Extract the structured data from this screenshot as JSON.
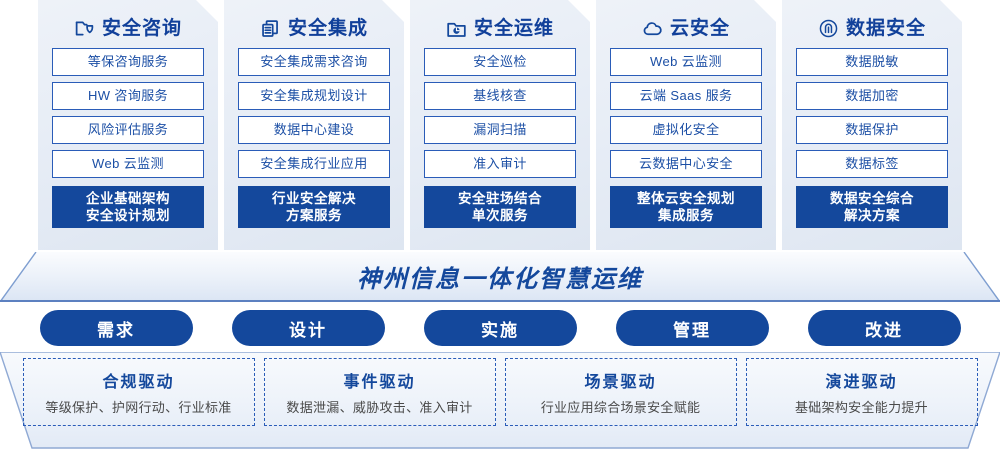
{
  "columns": [
    {
      "icon": "shield-folder-icon",
      "title": "安全咨询",
      "items": [
        "等保咨询服务",
        "HW 咨询服务",
        "风险评估服务",
        "Web 云监测"
      ],
      "highlight": [
        "企业基础架构",
        "安全设计规划"
      ]
    },
    {
      "icon": "stacked-documents-icon",
      "title": "安全集成",
      "items": [
        "安全集成需求咨询",
        "安全集成规划设计",
        "数据中心建设",
        "安全集成行业应用"
      ],
      "highlight": [
        "行业安全解决",
        "方案服务"
      ]
    },
    {
      "icon": "folder-chart-icon",
      "title": "安全运维",
      "items": [
        "安全巡检",
        "基线核查",
        "漏洞扫描",
        "准入审计"
      ],
      "highlight": [
        "安全驻场结合",
        "单次服务"
      ]
    },
    {
      "icon": "cloud-icon",
      "title": "云安全",
      "items": [
        "Web 云监测",
        "云端 Saas 服务",
        "虚拟化安全",
        "云数据中心安全"
      ],
      "highlight": [
        "整体云安全规划",
        "集成服务"
      ]
    },
    {
      "icon": "fingerprint-icon",
      "title": "数据安全",
      "items": [
        "数据脱敏",
        "数据加密",
        "数据保护",
        "数据标签"
      ],
      "highlight": [
        "数据安全综合",
        "解决方案"
      ]
    }
  ],
  "banner": {
    "title": "神州信息一体化智慧运维"
  },
  "pills": [
    {
      "label": "需求"
    },
    {
      "label": "设计"
    },
    {
      "label": "实施"
    },
    {
      "label": "管理"
    },
    {
      "label": "改进"
    }
  ],
  "drivers": [
    {
      "title": "合规驱动",
      "desc": "等级保护、护网行动、行业标准"
    },
    {
      "title": "事件驱动",
      "desc": "数据泄漏、威胁攻击、准入审计"
    },
    {
      "title": "场景驱动",
      "desc": "行业应用综合场景安全赋能"
    },
    {
      "title": "演进驱动",
      "desc": "基础架构安全能力提升"
    }
  ],
  "colors": {
    "brand_blue": "#14489c",
    "item_border": "#2a5cb8",
    "item_text": "#1c4fa5",
    "panel_bg": "#e7edf6"
  }
}
